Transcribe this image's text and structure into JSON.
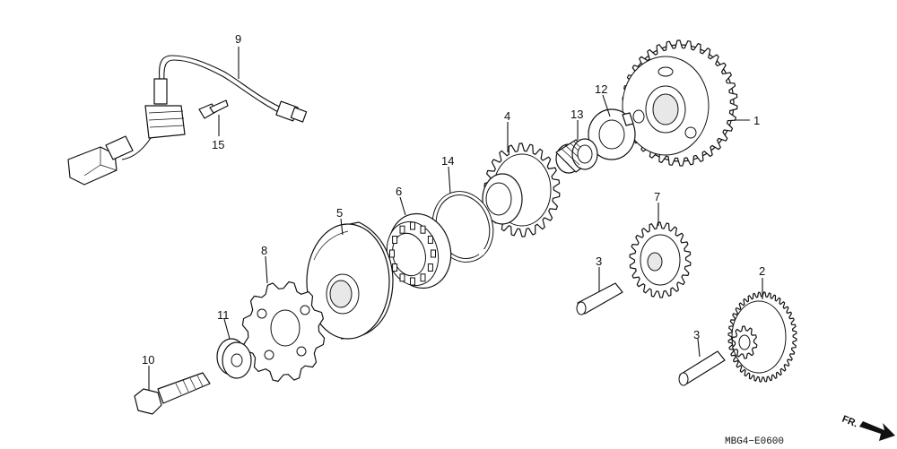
{
  "diagram": {
    "callouts": [
      {
        "id": "c1",
        "label": "1"
      },
      {
        "id": "c2",
        "label": "2"
      },
      {
        "id": "c3a",
        "label": "3"
      },
      {
        "id": "c3b",
        "label": "3"
      },
      {
        "id": "c4",
        "label": "4"
      },
      {
        "id": "c5",
        "label": "5"
      },
      {
        "id": "c6",
        "label": "6"
      },
      {
        "id": "c7",
        "label": "7"
      },
      {
        "id": "c8",
        "label": "8"
      },
      {
        "id": "c9",
        "label": "9"
      },
      {
        "id": "c10",
        "label": "10"
      },
      {
        "id": "c11",
        "label": "11"
      },
      {
        "id": "c12",
        "label": "12"
      },
      {
        "id": "c13",
        "label": "13"
      },
      {
        "id": "c14",
        "label": "14"
      },
      {
        "id": "c15",
        "label": "15"
      }
    ],
    "drawing_code": "MBG4−E0600",
    "direction_label": "FR."
  }
}
